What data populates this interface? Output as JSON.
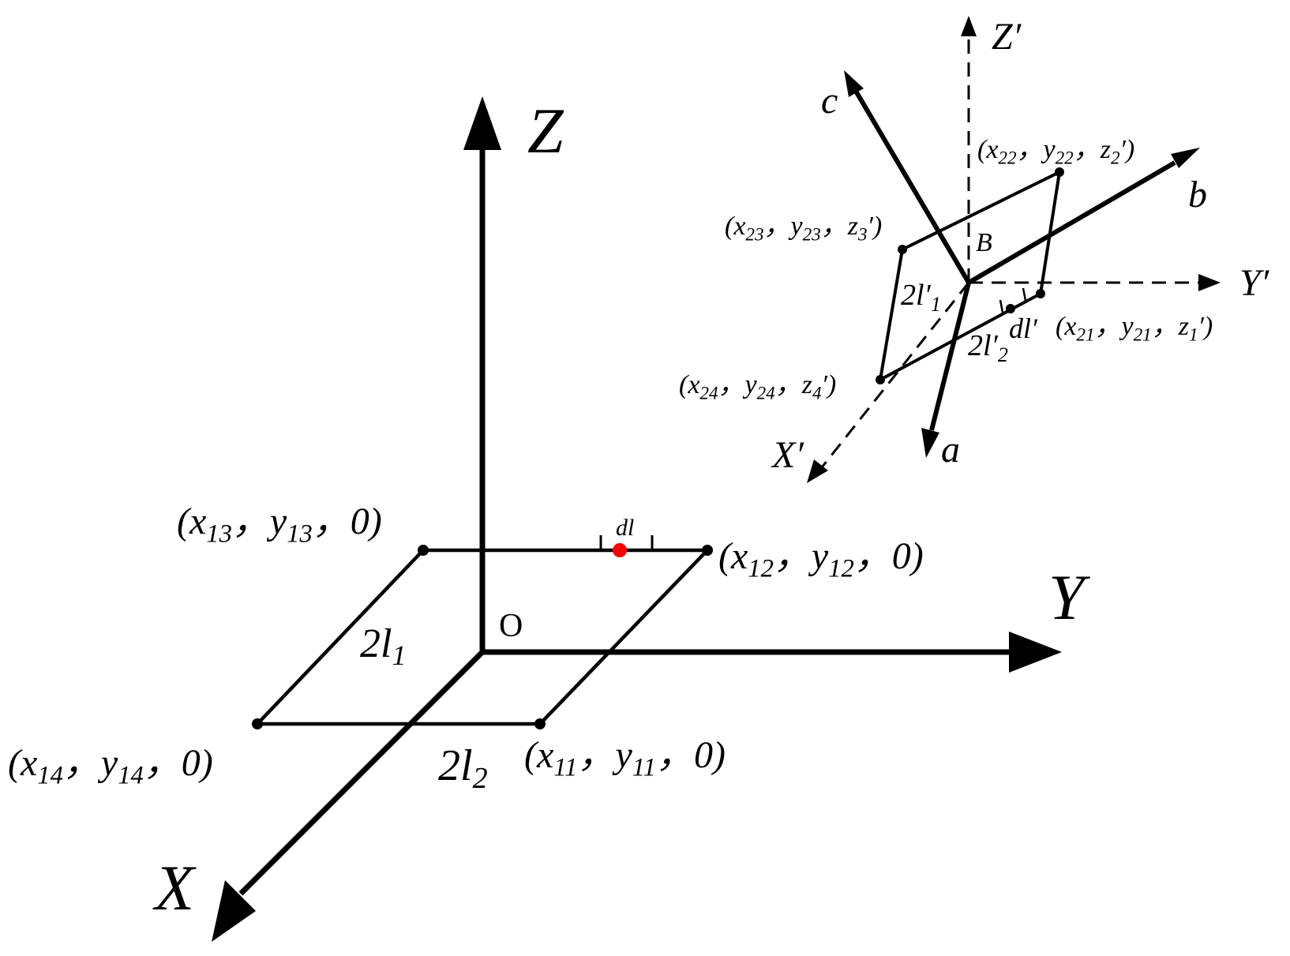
{
  "colors": {
    "ink": "#000000",
    "marker": "#ff0000"
  },
  "axes": {
    "main": {
      "z": "Z",
      "y": "Y",
      "x": "X",
      "origin": "O"
    },
    "local": {
      "z": "Z′",
      "y": "Y′",
      "x": "X′"
    },
    "body": {
      "a": "a",
      "b": "b",
      "c": "c",
      "center": "B"
    }
  },
  "dims": {
    "main_side_1": {
      "base": "2l",
      "sub": "1"
    },
    "main_side_2": {
      "base": "2l",
      "sub": "2"
    },
    "main_element": "dl",
    "local_side_1": {
      "base": "2l′",
      "sub": "1"
    },
    "local_side_2": {
      "base": "2l′",
      "sub": "2"
    },
    "local_element": "dl′"
  },
  "points": {
    "p11": [
      {
        "t": "(x"
      },
      {
        "s": "11"
      },
      {
        "t": "，y"
      },
      {
        "s": "11"
      },
      {
        "t": "，0)"
      }
    ],
    "p12": [
      {
        "t": "(x"
      },
      {
        "s": "12"
      },
      {
        "t": "，y"
      },
      {
        "s": "12"
      },
      {
        "t": "，0)"
      }
    ],
    "p13": [
      {
        "t": "(x"
      },
      {
        "s": "13"
      },
      {
        "t": "，y"
      },
      {
        "s": "13"
      },
      {
        "t": "，0)"
      }
    ],
    "p14": [
      {
        "t": "(x"
      },
      {
        "s": "14"
      },
      {
        "t": "，y"
      },
      {
        "s": "14"
      },
      {
        "t": "，0)"
      }
    ],
    "p21": [
      {
        "t": "(x"
      },
      {
        "s": "21"
      },
      {
        "t": "，y"
      },
      {
        "s": "21"
      },
      {
        "t": "，z"
      },
      {
        "s": "1"
      },
      {
        "t": "′)"
      }
    ],
    "p22": [
      {
        "t": "(x"
      },
      {
        "s": "22"
      },
      {
        "t": "，y"
      },
      {
        "s": "22"
      },
      {
        "t": "，z"
      },
      {
        "s": "2"
      },
      {
        "t": "′)"
      }
    ],
    "p23": [
      {
        "t": "(x"
      },
      {
        "s": "23"
      },
      {
        "t": "，y"
      },
      {
        "s": "23"
      },
      {
        "t": "，z"
      },
      {
        "s": "3"
      },
      {
        "t": "′)"
      }
    ],
    "p24": [
      {
        "t": "(x"
      },
      {
        "s": "24"
      },
      {
        "t": "，y"
      },
      {
        "s": "24"
      },
      {
        "t": "，z"
      },
      {
        "s": "4"
      },
      {
        "t": "′)"
      }
    ]
  }
}
